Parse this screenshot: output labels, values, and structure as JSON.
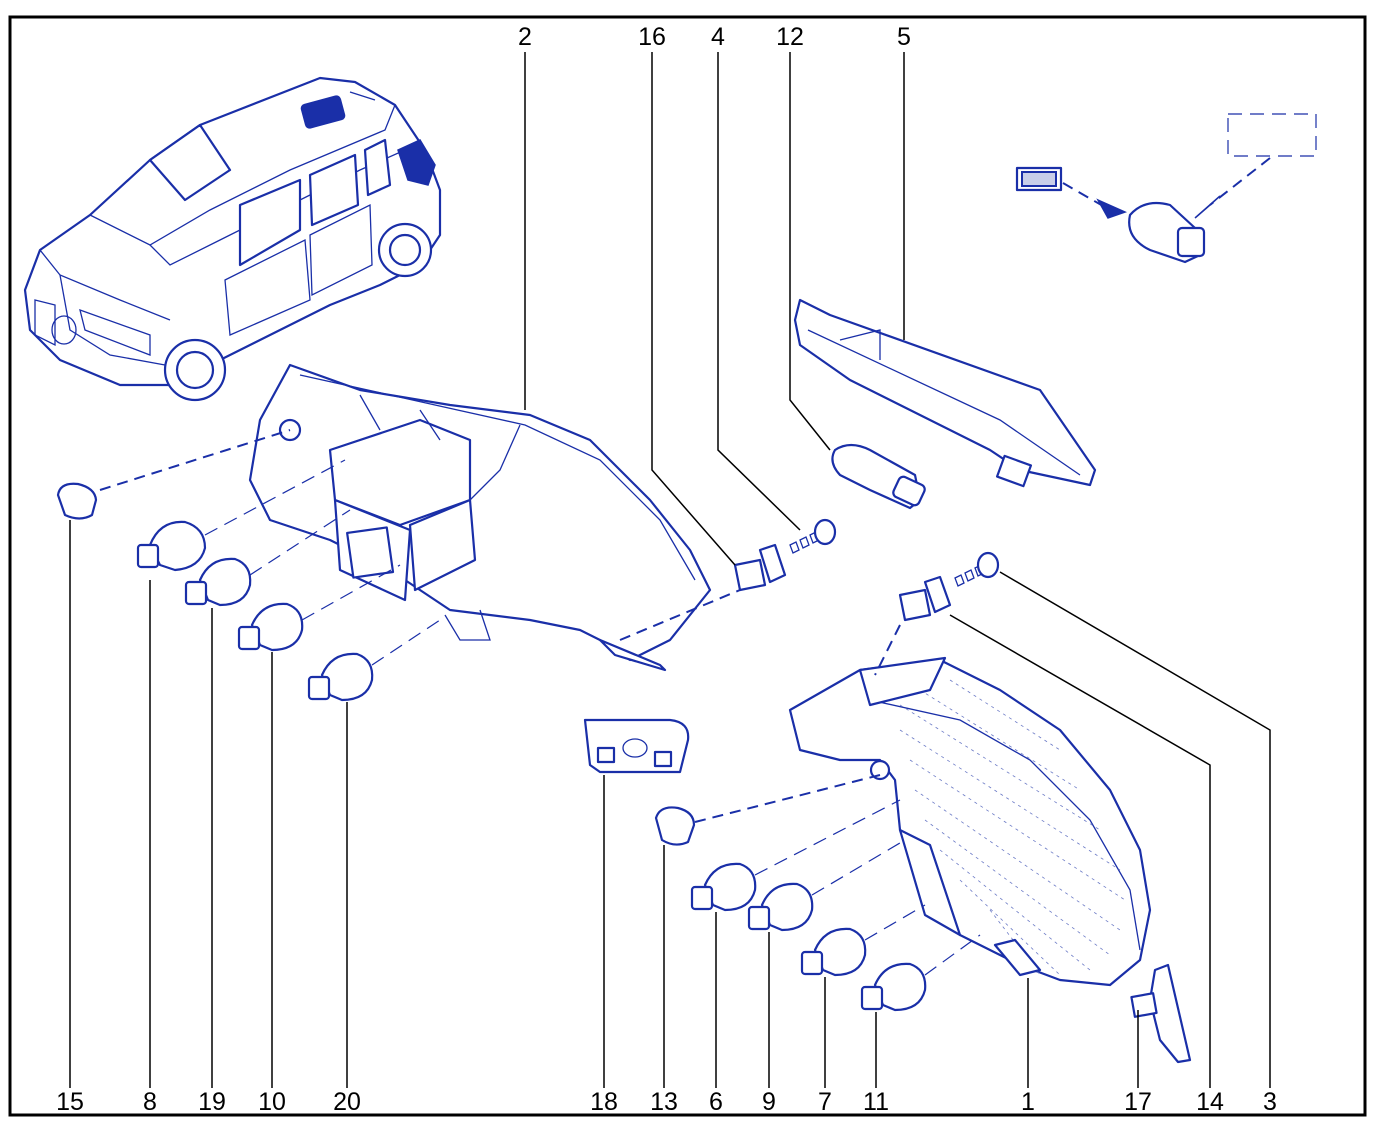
{
  "colors": {
    "line": "#1a2fa8",
    "text": "#000000"
  },
  "callouts": {
    "top": [
      "2",
      "16",
      "4",
      "12",
      "5"
    ],
    "bottom": [
      "15",
      "8",
      "19",
      "10",
      "20",
      "18",
      "13",
      "6",
      "9",
      "7",
      "11",
      "1",
      "17",
      "14",
      "3"
    ]
  }
}
